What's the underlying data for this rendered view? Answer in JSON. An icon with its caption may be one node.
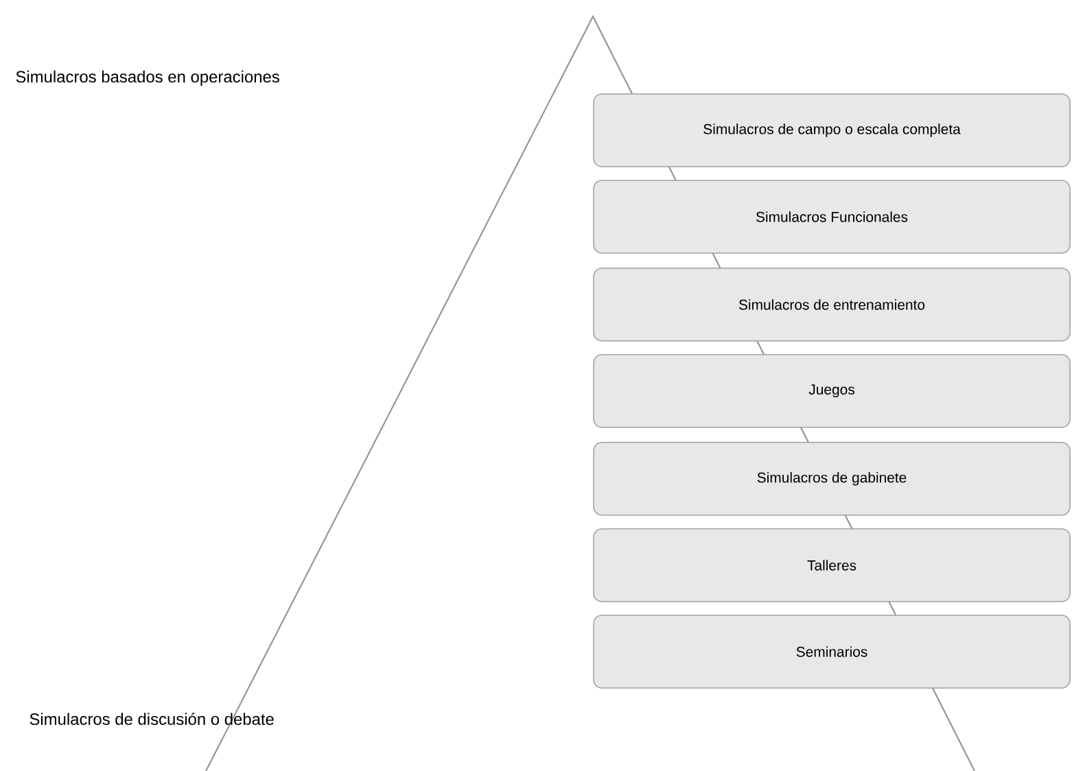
{
  "diagram": {
    "nodes": [
      {
        "text": [
          "Simulacros de campo o escala completa"
        ]
      },
      {
        "text": [
          "Simulacros Funcionales"
        ]
      },
      {
        "text": [
          "Simulacros de entrenamiento"
        ]
      },
      {
        "text": [
          "Juegos"
        ]
      },
      {
        "text": [
          "Simulacros de gabinete"
        ]
      },
      {
        "text": [
          "Talleres"
        ]
      },
      {
        "text": [
          "Seminarios"
        ]
      }
    ],
    "edges": [],
    "labels": [
      "Simulacros basados en operaciones",
      "Simulacros de discusión o debate"
    ]
  }
}
